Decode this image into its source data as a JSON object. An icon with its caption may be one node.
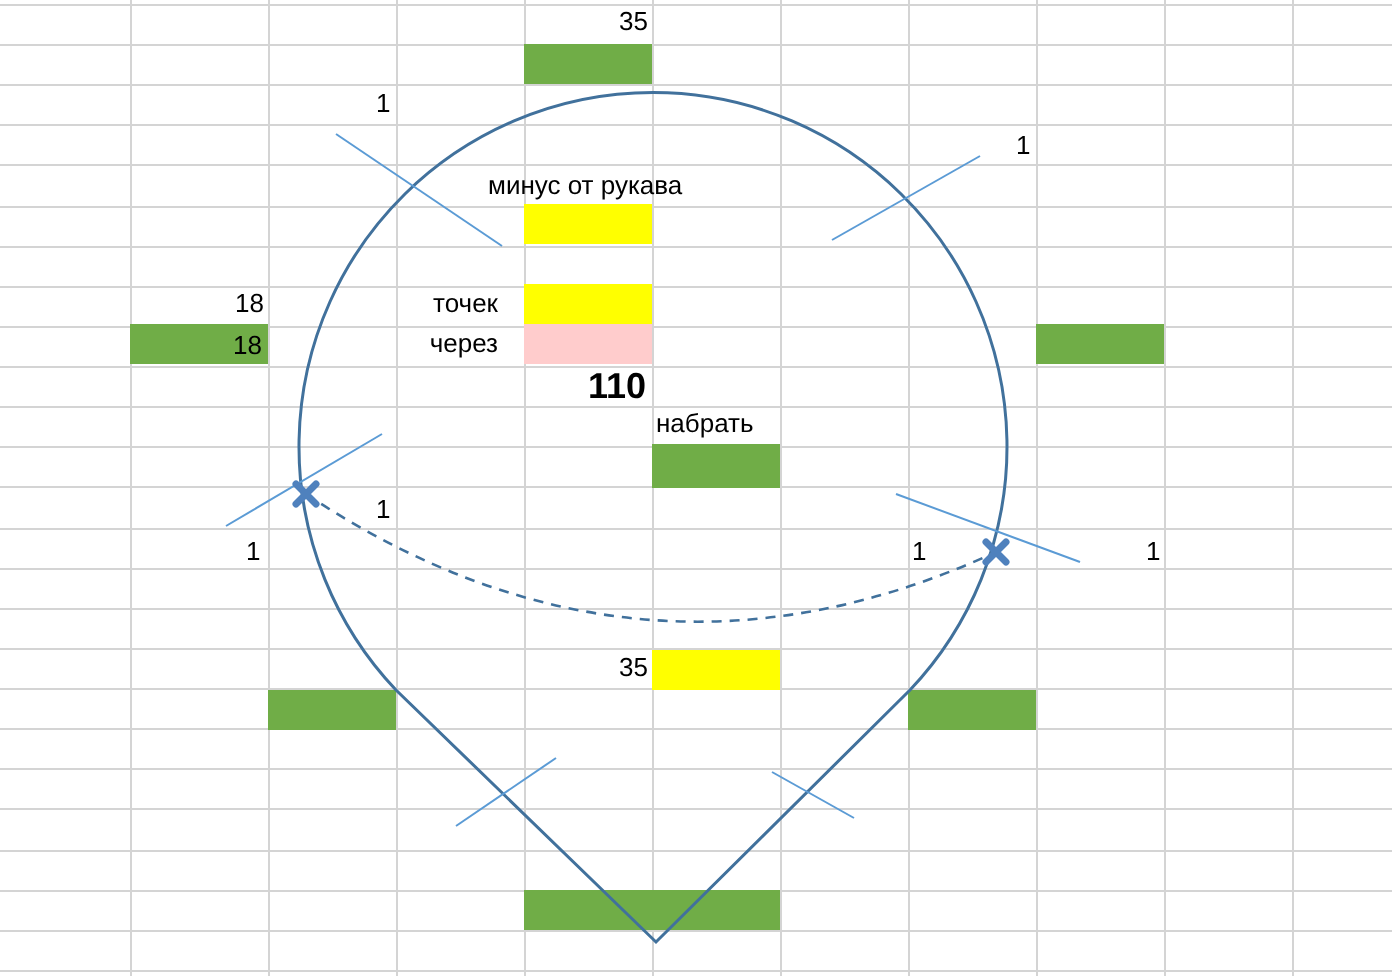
{
  "diagram": {
    "nodes": [
      {
        "text": [],
        "shape": "box"
      },
      {
        "text": [],
        "shape": "box"
      },
      {
        "text": [],
        "shape": "box"
      },
      {
        "text": [
          "18"
        ]
      },
      {
        "text": [],
        "shape": "box"
      },
      {
        "text": [],
        "shape": "box"
      },
      {
        "text": [],
        "shape": "box"
      },
      {
        "text": [],
        "shape": "box"
      },
      {
        "text": [],
        "shape": "box"
      },
      {
        "text": [],
        "shape": "box"
      },
      {
        "text": [],
        "shape": "box"
      }
    ],
    "labels": [
      "35",
      "1",
      "1",
      "минус от рукава",
      "18",
      "точек",
      "через",
      "110",
      "набрать",
      "1",
      "1",
      "1",
      "1",
      "35"
    ]
  }
}
